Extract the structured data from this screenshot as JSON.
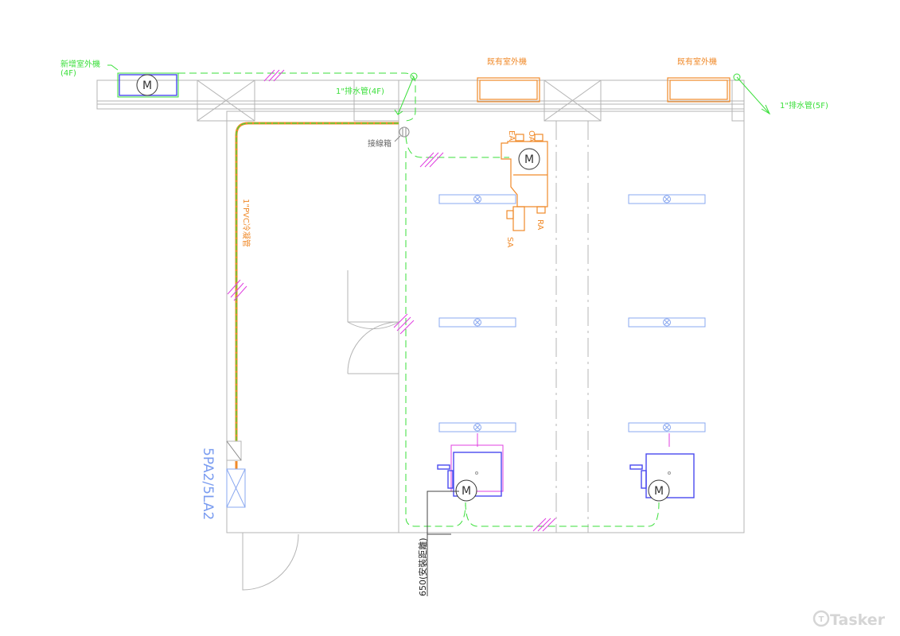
{
  "labels": {
    "new_outdoor_unit": "新增室外機",
    "new_outdoor_floor": "(4F)",
    "existing_outdoor_unit_1": "既有室外機",
    "existing_outdoor_unit_2": "既有室外機",
    "drain_4f": "1\"排水管(4F)",
    "drain_5f": "1\"排水管(5F)",
    "junction_box": "接線箱",
    "pvc_pipe": "1\"PVC冷凝管",
    "unit_model": "5PA2/5LA2",
    "install_distance": "650(安裝距離)",
    "motor": "M",
    "ea": "EA",
    "oa": "OA",
    "ra": "RA",
    "sa": "SA"
  },
  "watermark": "Tasker",
  "colors": {
    "pipe_green": "#3adf3a",
    "existing_orange": "#f08a2a",
    "indoor_blue": "#4a4af0",
    "hatch_magenta": "#e040e0"
  }
}
